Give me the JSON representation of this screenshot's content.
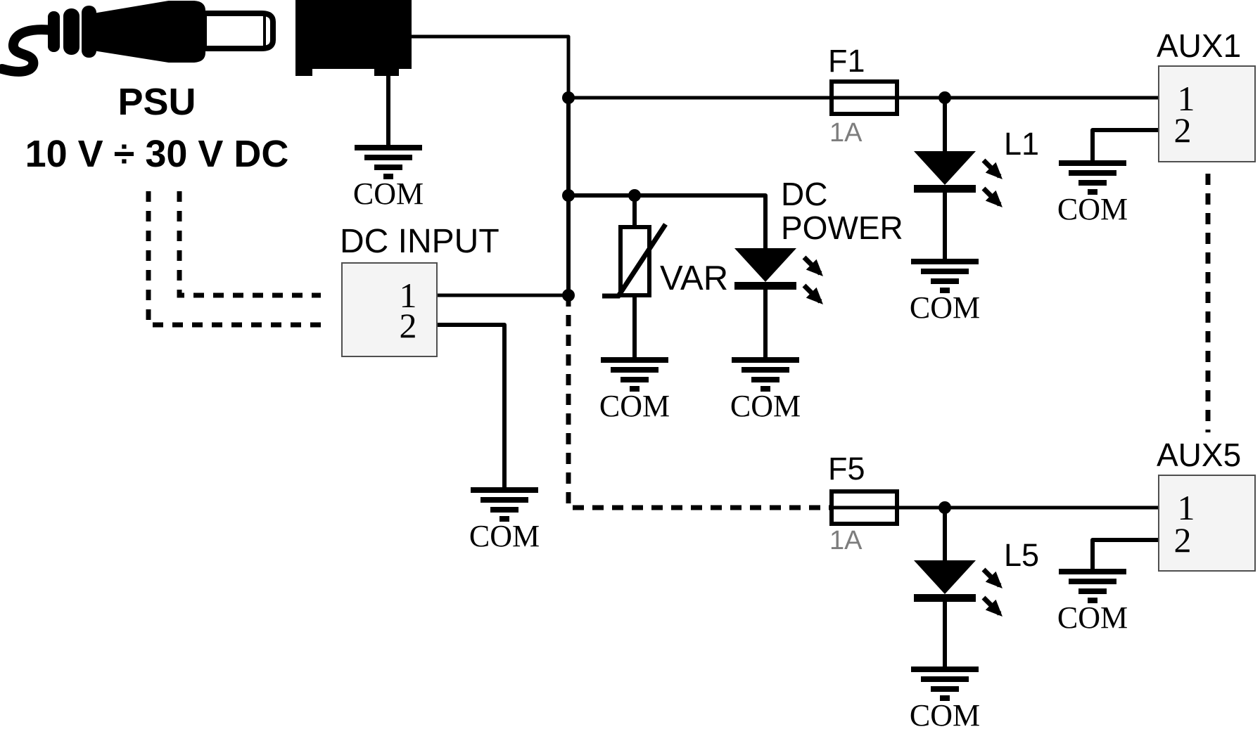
{
  "psu": {
    "title": "PSU",
    "voltage_range": "10 V ÷ 30 V DC"
  },
  "connectors": {
    "dc_input": {
      "label": "DC INPUT",
      "pins": [
        "1",
        "2"
      ]
    },
    "aux1": {
      "label": "AUX1",
      "pins": [
        "1",
        "2"
      ]
    },
    "aux5": {
      "label": "AUX5",
      "pins": [
        "1",
        "2"
      ]
    }
  },
  "fuses": {
    "f1": {
      "label": "F1",
      "rating": "1A"
    },
    "f5": {
      "label": "F5",
      "rating": "1A"
    }
  },
  "leds": {
    "dc_power": {
      "label_line1": "DC",
      "label_line2": "POWER"
    },
    "l1": {
      "label": "L1"
    },
    "l5": {
      "label": "L5"
    }
  },
  "varistor": {
    "label": "VAR"
  },
  "ground_label": "COM",
  "colors": {
    "ink": "#000000",
    "rating_text": "#7d7d7d",
    "box_fill": "#f4f4f4",
    "box_border": "#4f4f4f"
  }
}
